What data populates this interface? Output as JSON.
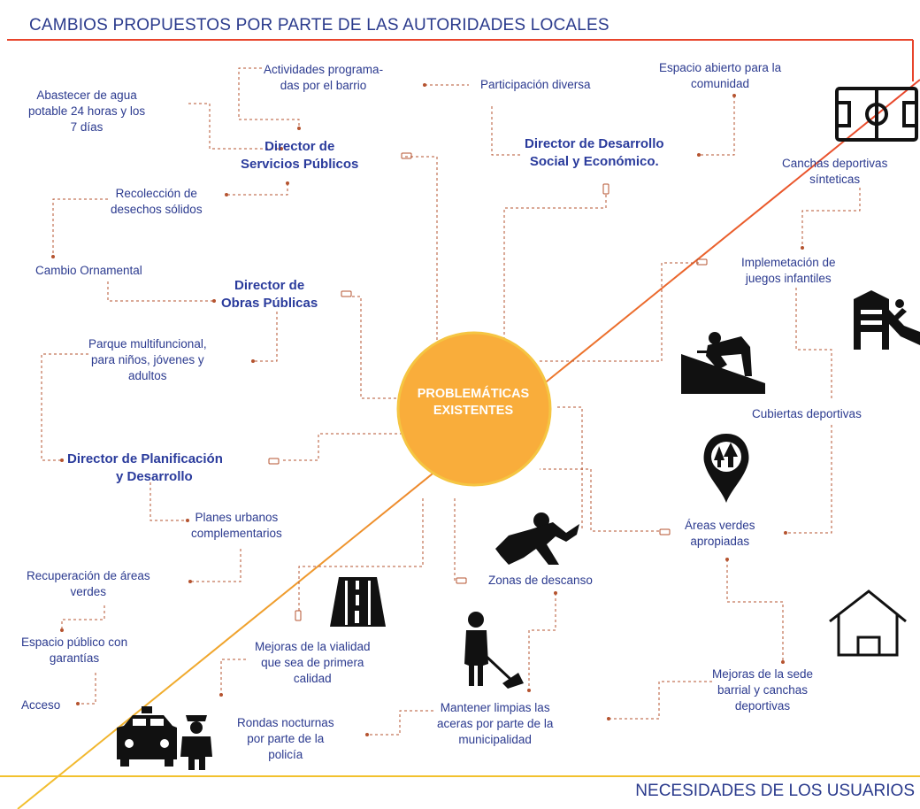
{
  "header": {
    "title": "CAMBIOS PROPUESTOS POR PARTE DE LAS AUTORIDADES LOCALES"
  },
  "footer": {
    "title": "NECESIDADES DE LOS USUARIOS"
  },
  "center": {
    "line1": "PROBLEMÁTICAS",
    "line2": "EXISTENTES"
  },
  "directors": {
    "servicios": {
      "line1": "Director de",
      "line2": "Servicios Públicos"
    },
    "obras": {
      "line1": "Director de",
      "line2": "Obras Públicas"
    },
    "planificacion": {
      "line1": "Director de Planificación",
      "line2": "y Desarrollo"
    },
    "social": {
      "line1": "Director de Desarrollo",
      "line2": "Social y Económico."
    }
  },
  "proposals": {
    "agua": [
      "Abastecer de agua",
      "potable 24 horas y los",
      "7 días"
    ],
    "actividades": [
      "Actividades programa-",
      "das por el barrio"
    ],
    "participacion": [
      "Participación diversa"
    ],
    "espacio_abierto": [
      "Espacio abierto para la",
      "comunidad"
    ],
    "desechos": [
      "Recolección de",
      "desechos sólidos"
    ],
    "ornamental": [
      "Cambio Ornamental"
    ],
    "parque": [
      "Parque multifuncional,",
      "para niños, jóvenes y",
      "adultos"
    ],
    "planes": [
      "Planes urbanos",
      "complementarios"
    ],
    "recuperacion": [
      "Recuperación de áreas",
      "verdes"
    ],
    "espacio_publico": [
      "Espacio público con",
      "garantías"
    ],
    "acceso": [
      "Acceso"
    ]
  },
  "needs": {
    "canchas": [
      "Canchas deportivas",
      "sínteticas"
    ],
    "juegos": [
      "Implemetación de",
      "juegos infantiles"
    ],
    "cubiertas": [
      "Cubiertas deportivas"
    ],
    "areas_verdes": [
      "Áreas verdes",
      "apropiadas"
    ],
    "descanso": [
      "Zonas de descanso"
    ],
    "vialidad": [
      "Mejoras de la vialidad",
      "que sea de primera",
      "calidad"
    ],
    "sede": [
      "Mejoras de la sede",
      "barrial y canchas",
      "deportivas"
    ],
    "aceras": [
      "Mantener limpias las",
      "aceras por parte de la",
      "municipalidad"
    ],
    "rondas": [
      "Rondas nocturnas",
      "por parte de la",
      "policía"
    ]
  },
  "icons": [
    "soccer-field-icon",
    "playground-slide-icon",
    "roofer-worker-icon",
    "tree-location-pin-icon",
    "house-icon",
    "person-resting-icon",
    "street-sweeper-icon",
    "road-icon",
    "police-car-icon",
    "police-officer-icon"
  ],
  "colors": {
    "title": "#2a3a8c",
    "text": "#2b3a8f",
    "director": "#2a3b9c",
    "connector": "#b5532f",
    "circle": "#f9ad3b",
    "circle_border": "#f5c542",
    "frame_red": "#e8442b",
    "frame_yellow": "#f2c12e"
  }
}
